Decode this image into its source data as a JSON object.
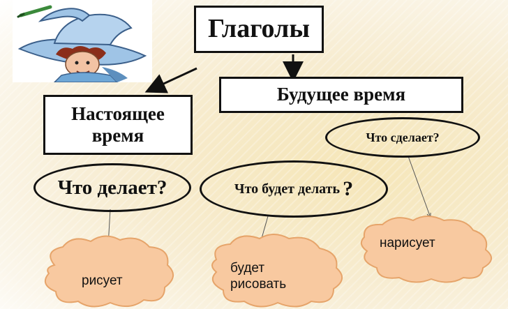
{
  "title": "Глаголы",
  "present": {
    "label": "Настоящее время",
    "question": "Что делает?",
    "example": "рисует"
  },
  "future": {
    "label": "Будущее время",
    "question_compound": "Что будет делать",
    "question_mark": "?",
    "question_simple": "Что сделает?",
    "example_compound": "будет рисовать",
    "example_simple": "нарисует"
  },
  "colors": {
    "cloud": "#f8c9a0",
    "cloud_outline": "#e6a46a",
    "box_border": "#111111",
    "background": "#f6e6b8"
  },
  "icons": [
    "wizard-hat-illustration"
  ]
}
